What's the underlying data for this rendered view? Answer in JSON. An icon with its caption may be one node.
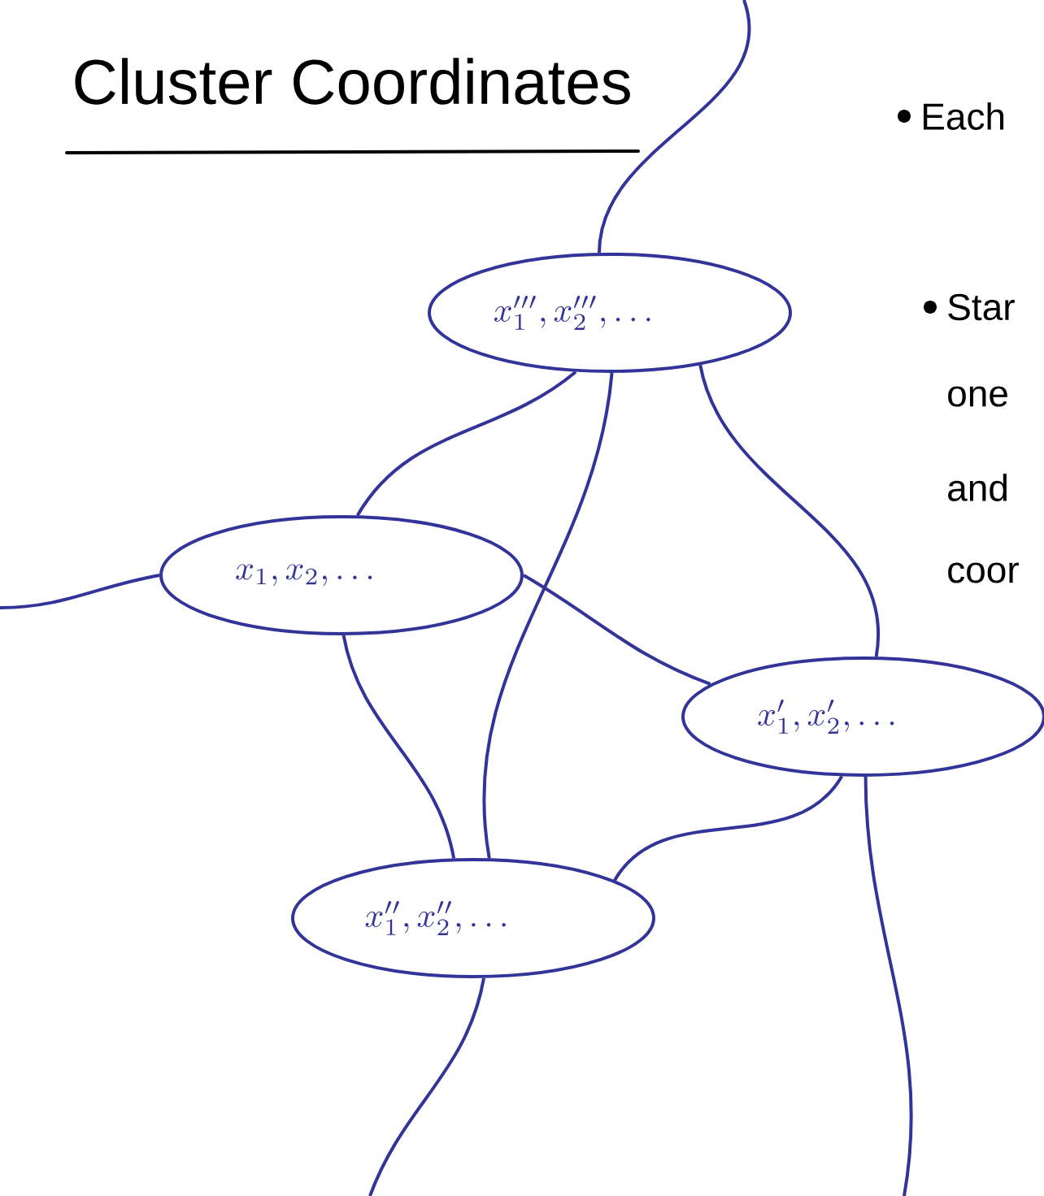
{
  "diagram": {
    "title": "Cluster Coordinates",
    "nodes": [
      {
        "text": [
          "x'''_1, x'''_2, \\ldots"
        ]
      },
      {
        "text": [
          "x_1, x_2, \\ldots"
        ]
      },
      {
        "text": [
          "x'_1, x'_2, \\ldots"
        ]
      },
      {
        "text": [
          "x''_1, x''_2, \\ldots"
        ]
      }
    ],
    "edges": [
      {
        "from": 0,
        "to": null,
        "arrow": "none"
      },
      {
        "from": 0,
        "to": 1,
        "arrow": "none"
      },
      {
        "from": 0,
        "to": 3,
        "arrow": "none"
      },
      {
        "from": 0,
        "to": 2,
        "arrow": "none"
      },
      {
        "from": 1,
        "to": null,
        "arrow": "none"
      },
      {
        "from": 1,
        "to": 3,
        "arrow": "none"
      },
      {
        "from": 1,
        "to": 2,
        "arrow": "none"
      },
      {
        "from": 2,
        "to": 3,
        "arrow": "none"
      },
      {
        "from": 2,
        "to": null,
        "arrow": "none"
      },
      {
        "from": 3,
        "to": null,
        "arrow": "none"
      }
    ],
    "labels": [
      "Each",
      "Star",
      "one",
      "and",
      "coor"
    ]
  }
}
